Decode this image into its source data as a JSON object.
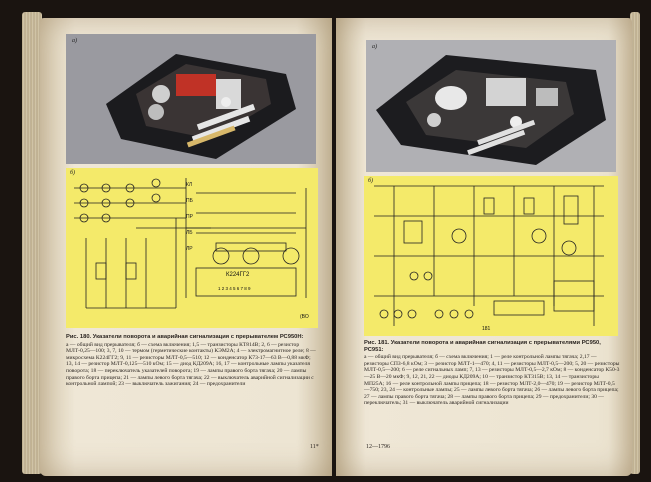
{
  "left_page": {
    "photo_label": "а)",
    "diagram_label": "б)",
    "chip_label": "К224ГГ2",
    "chip_pins": "1 2 3 4 5 6 7 8 9",
    "relay_labels": [
      "КЛ",
      "ПБ",
      "ПР",
      "ЛБ",
      "ЛР"
    ],
    "corner_label": "(ВО",
    "caption_title": "Рис. 180. Указатели поворота и аварийная сигнализация с прерывателем РС950Н:",
    "caption_body": "а — общий вид прерывателя; б — схема включения; 1,5 — транзисторы КТ814В; 2, 6 — резистор МЛТ-0,25—100; 3, 7, 10 — термом (герметические контакты) КЭМ2А; 4 — электромагнитное реле; 8 — микросхема К224ГГ2; 9, 11 — резисторы МЛТ-0,5—510; 12 — конденсатор К73-17—63 В—0,88 мкФ; 13, 14 — резистор МЛТ-0,125—510 кОм; 15 — диод КД209А; 16, 17 — контрольные лампы указателя поворота; 18 — переключатель указателей поворота; 19 — лампы правого борта тягача; 20 — лампы правого борта прицепа; 21 — лампы левого борта тягача; 22 — выключатель аварийной сигнализации с контрольной лампой; 23 — выключатель зажигания; 24 — предохранители",
    "page_number": "11*"
  },
  "right_page": {
    "photo_label": "а)",
    "diagram_label": "б)",
    "corner_label": "181",
    "caption_title": "Рис. 181. Указатели поворота и аварийная сигнализация с прерывателями РС950, РС951:",
    "caption_body": "а — общий вид прерывателя; б — схема включения; 1 — реле контрольной лампы тягача; 2,17 — резисторы СПЗ-6,8 кОм; 3 — резистор МЛТ-1—470; 4, 11 — резисторы МЛТ-0,5—200; 5, 20 — резисторы МЛТ-0,5—200; 6 — реле сигнальных ламп; 7, 13 — резисторы МЛТ-0,5—2,7 кОм; 8 — конденсатор К50-3—25 В—20 мкФ; 9, 12, 21, 22 — диоды КД209А; 10 — транзистор КТ315В; 13, 14 — транзисторы МП25А; 16 — реле контрольной лампы прицепа; 18 — резистор МЛТ-2,0—470; 19 — резистор МЛТ-0,5—750; 23, 24 — контрольные лампы; 25 — лампы левого борта тягача; 26 — лампы левого борта прицепа; 27 — лампы правого борта тягача; 28 — лампы правого борта прицепа; 29 — предохранители; 30 — переключатель; 31 — выключатель аварийной сигнализации",
    "page_number": "12—1796"
  }
}
